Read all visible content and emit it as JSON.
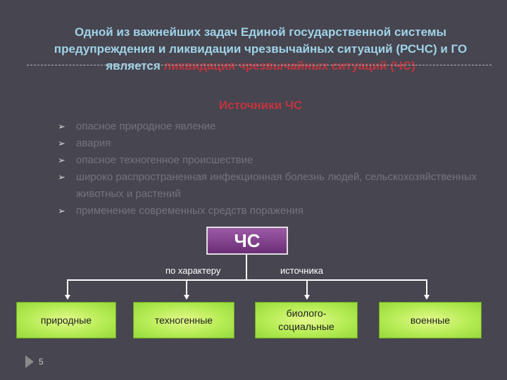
{
  "heading": {
    "part1": "Одной из важнейших задач Единой государственной системы предупреждения и ликвидации чрезвычайных ситуаций (РСЧС) и ГО является ",
    "part2": "ликвидация чрезвычайных ситуаций (ЧС)"
  },
  "subtitle": "Источники ЧС",
  "bullets": [
    "опасное природное явление",
    "авария",
    "опасное техногенное происшествие",
    "широко распространенная инфекционная болезнь людей, сельскохозяйственных животных и растений",
    "применение современных средств поражения"
  ],
  "diagram": {
    "root": "ЧС",
    "label_left": "по характеру",
    "label_right": "источника",
    "categories": [
      "природные",
      "техногенные",
      "биолого-социальные",
      "военные"
    ]
  },
  "slide_number": "5",
  "colors": {
    "background": "#47454f",
    "heading": "#9fd3e8",
    "accent_red": "#c2343f",
    "root_box": "#8a4a96",
    "category_box": "#b6ec55"
  }
}
